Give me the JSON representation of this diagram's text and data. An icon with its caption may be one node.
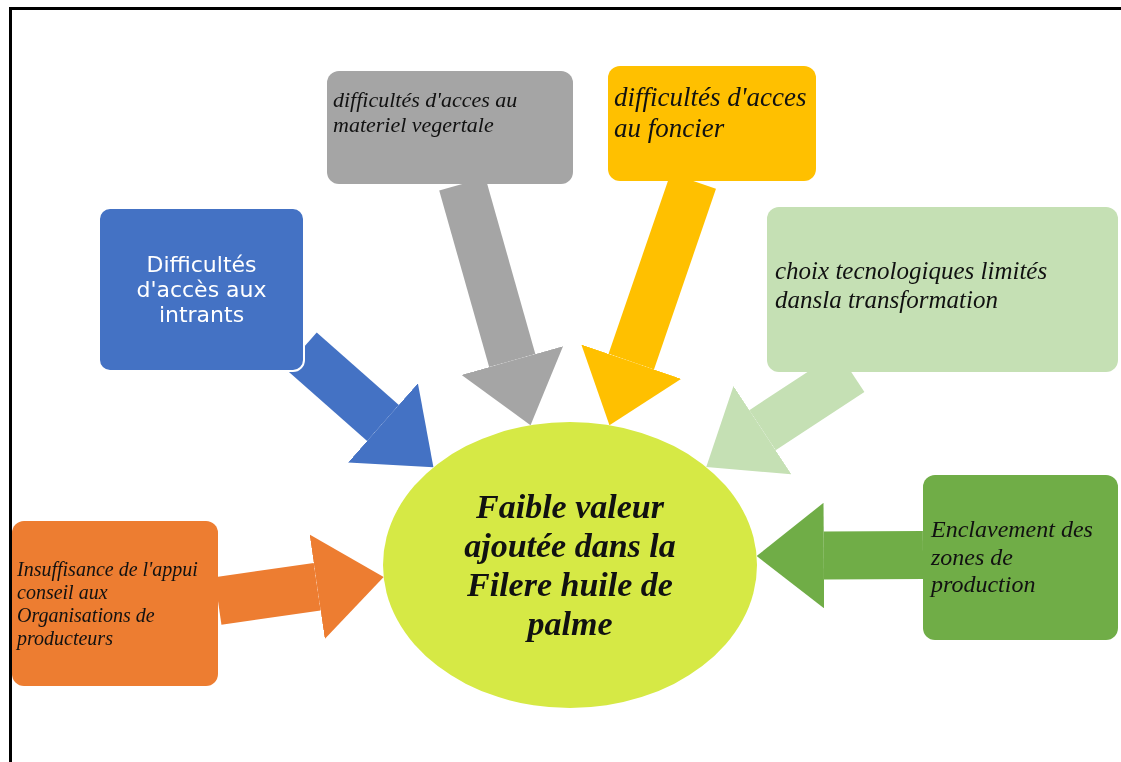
{
  "diagram": {
    "nodes": [
      {
        "text": [
          "Faible valeur ajoutée dans la Filere huile de palme"
        ]
      },
      {
        "text": [
          "Difficultés d'accès aux intrants"
        ]
      },
      {
        "text": [
          "difficultés d'acces au materiel vegertale"
        ]
      },
      {
        "text": [
          "difficultés d'acces au foncier"
        ]
      },
      {
        "text": [
          "choix tecnologiques limités dansla transformation"
        ]
      },
      {
        "text": [
          "Enclavement des zones de production"
        ]
      },
      {
        "text": [
          "Insuffisance de l'appui conseil aux Organisations de producteurs"
        ]
      }
    ],
    "edges": [
      {
        "from": 1,
        "to": 0,
        "arrow": "to",
        "color": "#4472c4"
      },
      {
        "from": 2,
        "to": 0,
        "arrow": "to",
        "color": "#a5a5a5"
      },
      {
        "from": 3,
        "to": 0,
        "arrow": "to",
        "color": "#ffc000"
      },
      {
        "from": 4,
        "to": 0,
        "arrow": "to",
        "color": "#c5e0b4"
      },
      {
        "from": 5,
        "to": 0,
        "arrow": "to",
        "color": "#70ad47"
      },
      {
        "from": 6,
        "to": 0,
        "arrow": "to",
        "color": "#ed7d31"
      }
    ]
  }
}
